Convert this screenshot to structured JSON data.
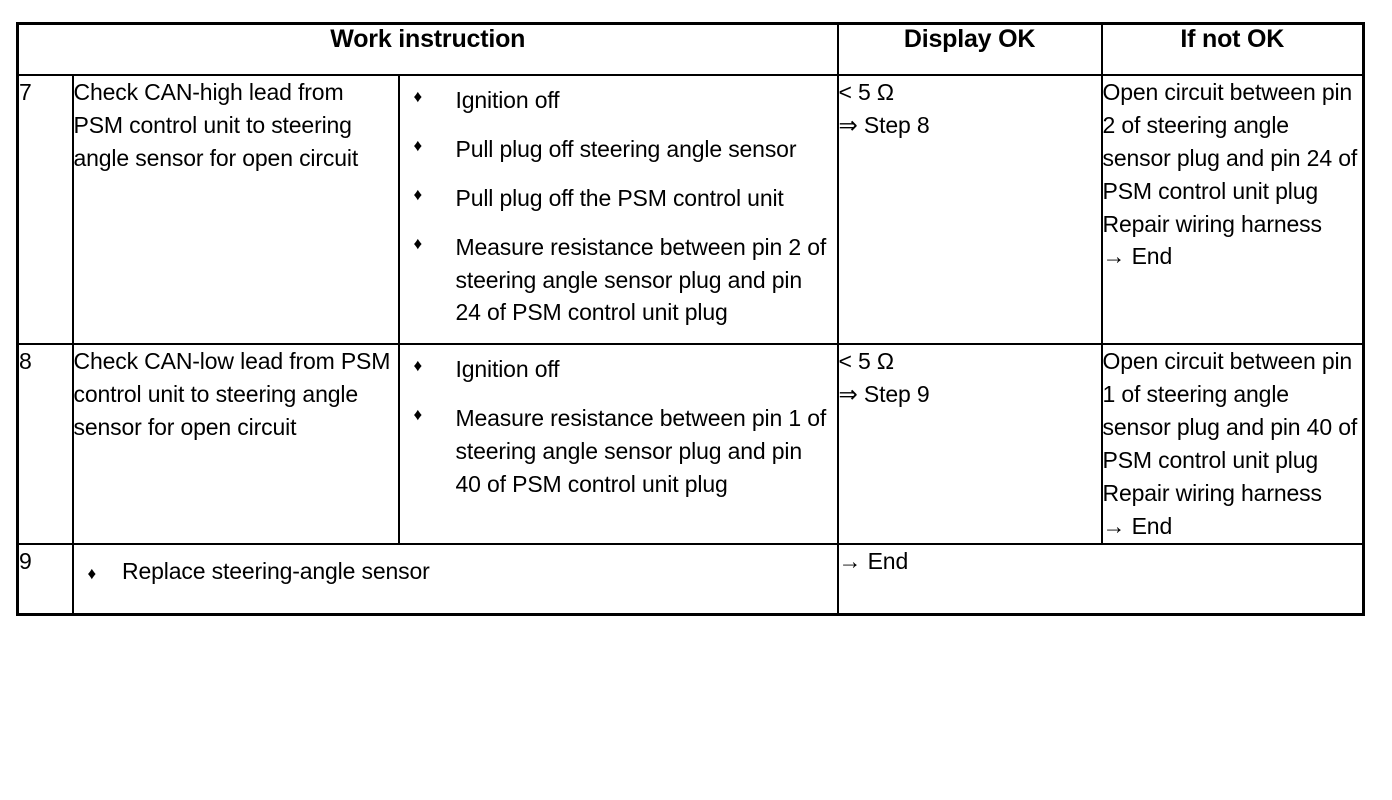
{
  "table": {
    "headers": {
      "work_instruction": "Work instruction",
      "display_ok": "Display OK",
      "if_not_ok": "If not OK"
    },
    "bullet_glyph": "♦",
    "rows": [
      {
        "step": "7",
        "instruction": "Check CAN-high lead from PSM control unit to steering angle sensor for open circuit",
        "bullets": [
          "Ignition off",
          "Pull plug off steering angle sensor",
          "Pull plug off the PSM control unit",
          "Measure resistance between pin 2 of steering angle sensor plug and pin 24 of PSM control unit plug"
        ],
        "display_ok": [
          "< 5 Ω",
          "⇒ Step 8"
        ],
        "if_not_ok": [
          "Open circuit between pin 2 of steering angle sensor plug and pin 24 of PSM control unit plug",
          "Repair wiring harness",
          "→ End"
        ]
      },
      {
        "step": "8",
        "instruction": "Check CAN-low lead from PSM control unit to steering angle sensor for open circuit",
        "bullets": [
          "Ignition off",
          "Measure resistance between pin 1 of steering angle sensor plug and pin 40 of PSM control unit plug"
        ],
        "display_ok": [
          "< 5 Ω",
          "⇒ Step 9"
        ],
        "if_not_ok": [
          "Open circuit between pin 1 of steering angle sensor plug and pin 40 of PSM control unit plug",
          "Repair wiring harness",
          "→ End"
        ]
      },
      {
        "step": "9",
        "instruction_bullet": "Replace steering-angle sensor",
        "result": "→ End"
      }
    ]
  }
}
